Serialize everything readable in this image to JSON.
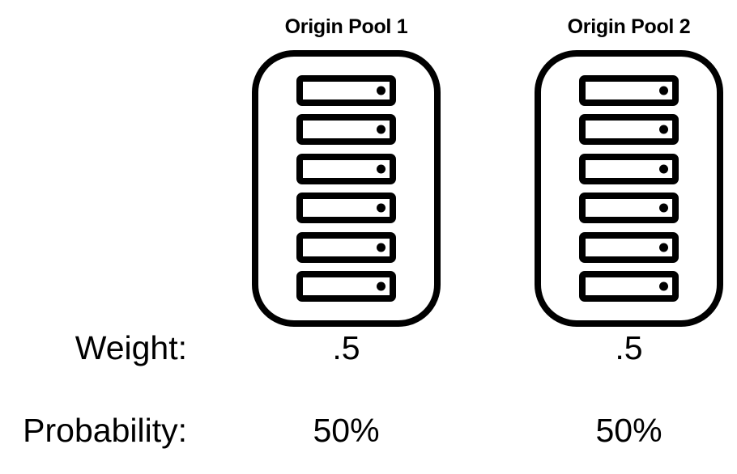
{
  "pools": [
    {
      "title": "Origin Pool 1",
      "server_count": 6,
      "weight": ".5",
      "probability": "50%"
    },
    {
      "title": "Origin Pool 2",
      "server_count": 6,
      "weight": ".5",
      "probability": "50%"
    }
  ],
  "rows": {
    "weight_label": "Weight:",
    "probability_label": "Probability:"
  },
  "icons": {
    "server": "server-icon",
    "server_dot": "server-indicator-dot"
  },
  "colors": {
    "foreground": "#000000",
    "background": "#ffffff"
  }
}
